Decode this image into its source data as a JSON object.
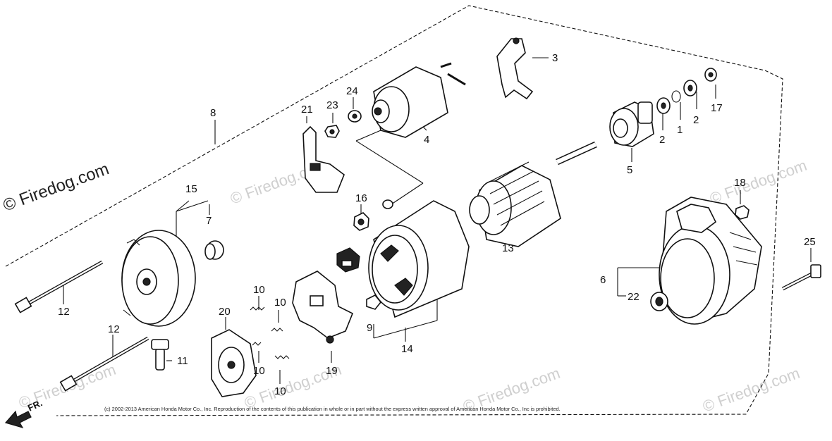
{
  "watermarks": {
    "primary": "© Firedog.com",
    "faint": "© Firedog.com"
  },
  "copyright": "(c) 2002-2013 American Honda Motor Co., Inc. Reproduction of the contents of this publication in whole or in part without the express written approval of American Honda Motor Co., Inc is prohibited.",
  "direction_label": "FR.",
  "callouts": {
    "p1": "1",
    "p2a": "2",
    "p2b": "2",
    "p3": "3",
    "p4": "4",
    "p5": "5",
    "p6": "6",
    "p7": "7",
    "p8": "8",
    "p9": "9",
    "p10a": "10",
    "p10b": "10",
    "p10c": "10",
    "p10d": "10",
    "p11": "11",
    "p12a": "12",
    "p12b": "12",
    "p13": "13",
    "p14": "14",
    "p15": "15",
    "p16": "16",
    "p17": "17",
    "p18": "18",
    "p19": "19",
    "p20": "20",
    "p21": "21",
    "p22": "22",
    "p23": "23",
    "p24": "24",
    "p25": "25"
  },
  "colors": {
    "line": "#111111",
    "watermark": "#cfcfcf"
  }
}
